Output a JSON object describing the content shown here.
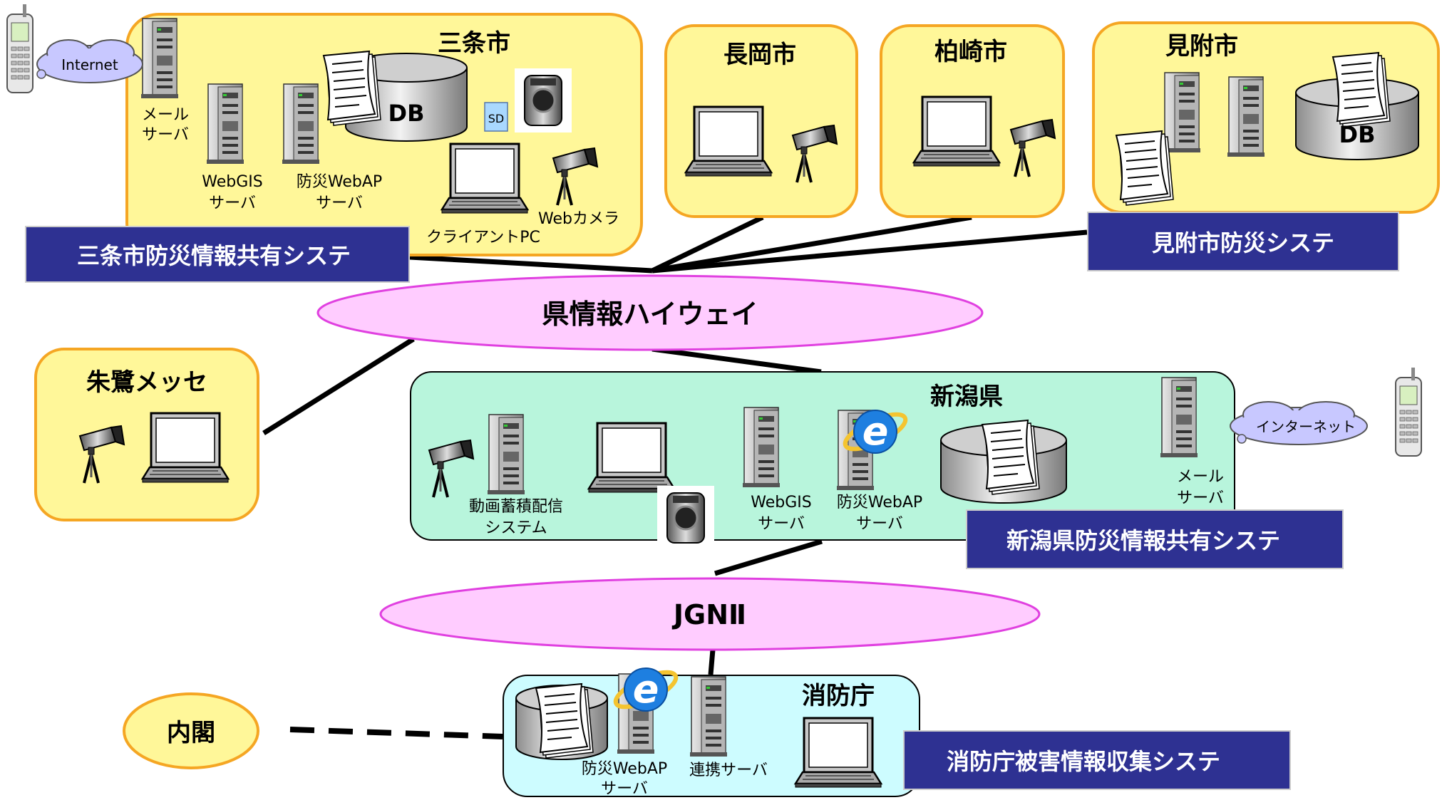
{
  "regions": {
    "sanjo": {
      "title": "三条市",
      "banner": "三条市防災情報共有システ",
      "mail_server": [
        "メール",
        "サーバ"
      ],
      "webgis_server": [
        "WebGIS",
        "サーバ"
      ],
      "webap_server": [
        "防災WebAP",
        "サーバ"
      ],
      "client_pc": "クライアントPC",
      "web_camera": "Webカメラ",
      "db": "DB",
      "sd": "SD",
      "internet": "Internet"
    },
    "nagaoka": {
      "title": "長岡市"
    },
    "kashiwazaki": {
      "title": "柏崎市"
    },
    "mitsuke": {
      "title": "見附市",
      "banner": "見附市防災システ",
      "db": "DB"
    },
    "tokimesse": {
      "title": "朱鷺メッセ"
    },
    "niigata": {
      "title": "新潟県",
      "banner": "新潟県防災情報共有システ",
      "video_system": [
        "動画蓄積配信",
        "システム"
      ],
      "webgis_server": [
        "WebGIS",
        "サーバ"
      ],
      "webap_server": [
        "防災WebAP",
        "サーバ"
      ],
      "mail_server": [
        "メール",
        "サーバ"
      ],
      "internet": "インターネット"
    },
    "fdma": {
      "title": "消防庁",
      "banner": "消防庁被害情報収集システ",
      "webap_server": [
        "防災WebAP",
        "サーバ"
      ],
      "link_server": "連携サーバ"
    },
    "cabinet": {
      "title": "内閣"
    }
  },
  "networks": {
    "highway": "県情報ハイウェイ",
    "jgn": "JGNⅡ"
  },
  "colors": {
    "yellow_fill": "#fff799",
    "orange_border": "#f5a623",
    "green_fill": "#b8f5dc",
    "cyan_fill": "#cdfcff",
    "banner": "#2e3192",
    "pink": "#ffccff",
    "magenta": "#e040e0",
    "cloud": "#c8c8ff"
  }
}
